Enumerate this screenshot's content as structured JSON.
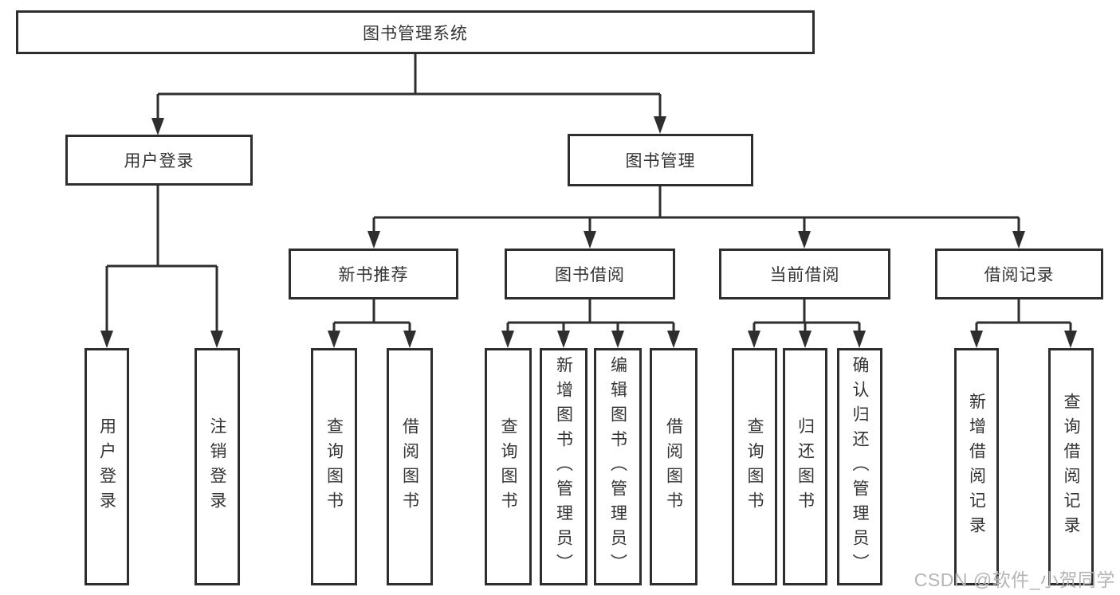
{
  "diagram_title": "图书管理系统",
  "nodes": {
    "root": "图书管理系统",
    "user_login_group": "用户登录",
    "book_management": "图书管理",
    "new_book_recommend": "新书推荐",
    "book_borrowing": "图书借阅",
    "current_borrowing": "当前借阅",
    "borrowing_records": "借阅记录",
    "leaf_user_login": "用户登录",
    "leaf_logout": "注销登录",
    "leaf_query_book_rec": "查询图书",
    "leaf_borrow_book_rec": "借阅图书",
    "leaf_query_book_borrow": "查询图书",
    "leaf_add_book_admin": "新增图书（管理员）",
    "leaf_edit_book_admin": "编辑图书（管理员）",
    "leaf_borrow_book_borrow": "借阅图书",
    "leaf_query_book_current": "查询图书",
    "leaf_return_book": "归还图书",
    "leaf_confirm_return_admin": "确认归还（管理员）",
    "leaf_add_borrow_record": "新增借阅记录",
    "leaf_query_borrow_record": "查询借阅记录"
  },
  "edges": {
    "root": [
      "user_login_group",
      "book_management"
    ],
    "user_login_group": [
      "leaf_user_login",
      "leaf_logout"
    ],
    "book_management": [
      "new_book_recommend",
      "book_borrowing",
      "current_borrowing",
      "borrowing_records"
    ],
    "new_book_recommend": [
      "leaf_query_book_rec",
      "leaf_borrow_book_rec"
    ],
    "book_borrowing": [
      "leaf_query_book_borrow",
      "leaf_add_book_admin",
      "leaf_edit_book_admin",
      "leaf_borrow_book_borrow"
    ],
    "current_borrowing": [
      "leaf_query_book_current",
      "leaf_return_book",
      "leaf_confirm_return_admin"
    ],
    "borrowing_records": [
      "leaf_add_borrow_record",
      "leaf_query_borrow_record"
    ]
  },
  "watermark": "CSDN @软件_小贺同学",
  "colors": {
    "line": "#2e2e2e",
    "text": "#333333",
    "background": "#ffffff",
    "watermark": "#b4b4b4"
  }
}
